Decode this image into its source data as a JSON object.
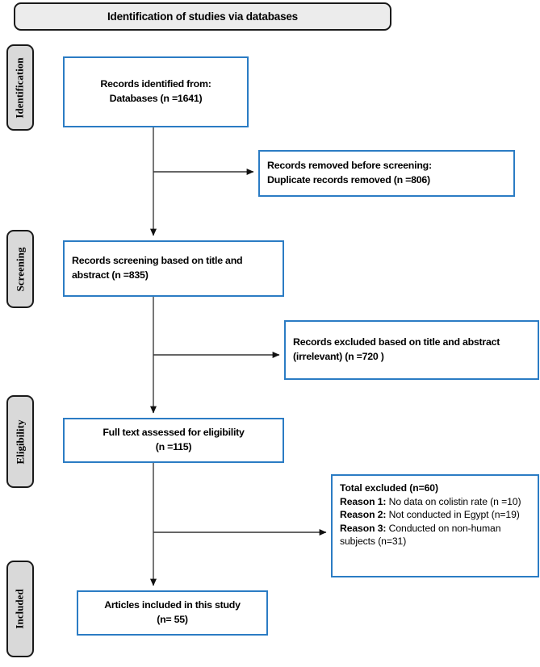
{
  "header": {
    "title": "Identification of studies via databases"
  },
  "stages": [
    {
      "name": "identification",
      "label": "Identification"
    },
    {
      "name": "screening",
      "label": "Screening"
    },
    {
      "name": "eligibility",
      "label": "Eligibility"
    },
    {
      "name": "included",
      "label": "Included"
    }
  ],
  "boxes": {
    "records_identified": {
      "text": "Records identified from:\nDatabases (n =1641)"
    },
    "records_removed": {
      "text": "Records removed before screening:\nDuplicate records removed (n =806)"
    },
    "records_screened": {
      "text": "Records screening based on title and\nabstract (n =835)"
    },
    "records_excluded": {
      "text": "Records excluded based on title and abstract\n(irrelevant)            (n =720 )"
    },
    "full_text_assessed": {
      "text": "Full text assessed for eligibility\n(n =115)"
    },
    "articles_included": {
      "text": "Articles included in this study\n(n= 55)"
    }
  },
  "exclusions": {
    "total_label": "Total excluded (n=60)",
    "reasons": [
      {
        "lead": "Reason 1:",
        "text": " No data on colistin rate (n =10)"
      },
      {
        "lead": "Reason 2:",
        "text": " Not conducted in Egypt (n=19)"
      },
      {
        "lead": "Reason 3:",
        "text": " Conducted on non-human subjects (n=31)"
      }
    ]
  },
  "counts": {
    "identified": 1641,
    "duplicates_removed": 806,
    "screened": 835,
    "excluded_title_abstract": 720,
    "full_text_assessed": 115,
    "total_excluded": 60,
    "reason_1_no_colistin_data": 10,
    "reason_2_not_egypt": 19,
    "reason_3_non_human": 31,
    "included": 55
  },
  "colors": {
    "box_border": "#2b7cc4",
    "tab_fill": "#d9d9d9",
    "header_fill": "#ececec",
    "connector": "#404040",
    "text": "#000000"
  }
}
